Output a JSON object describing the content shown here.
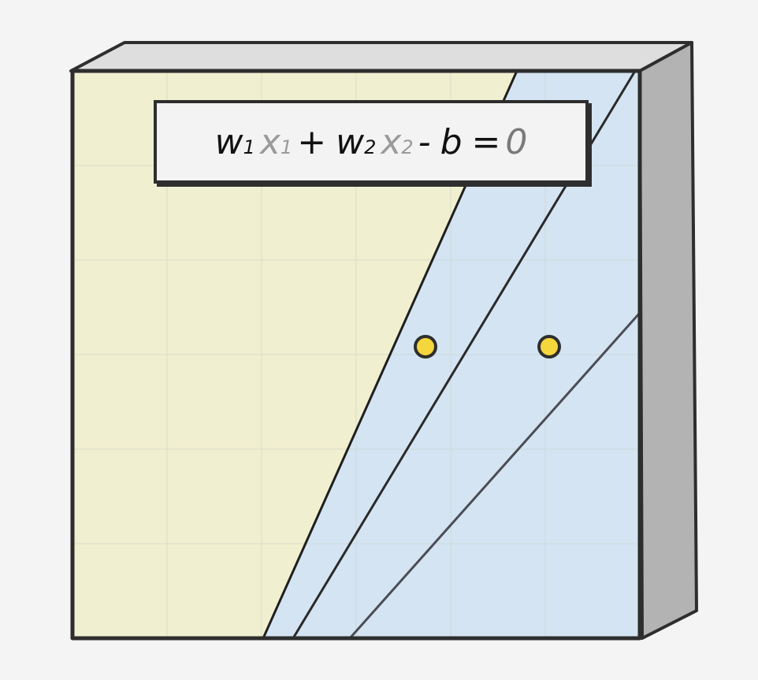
{
  "equation": {
    "w1": "w",
    "w1_sub": "1",
    "x1": "x",
    "x1_sub": "1",
    "plus": "+",
    "w2": "w",
    "w2_sub": "2",
    "x2": "x",
    "x2_sub": "2",
    "minus": "-",
    "b": "b",
    "equals": "=",
    "rhs": "0"
  },
  "colors": {
    "background": "#f4f4f4",
    "region_left": "#f0efd0",
    "region_right": "#d4e4f2",
    "outline": "#2e2e2e",
    "top_face": "#dedede",
    "side_face": "#b3b3b3",
    "point_fill": "#f5d63d"
  }
}
